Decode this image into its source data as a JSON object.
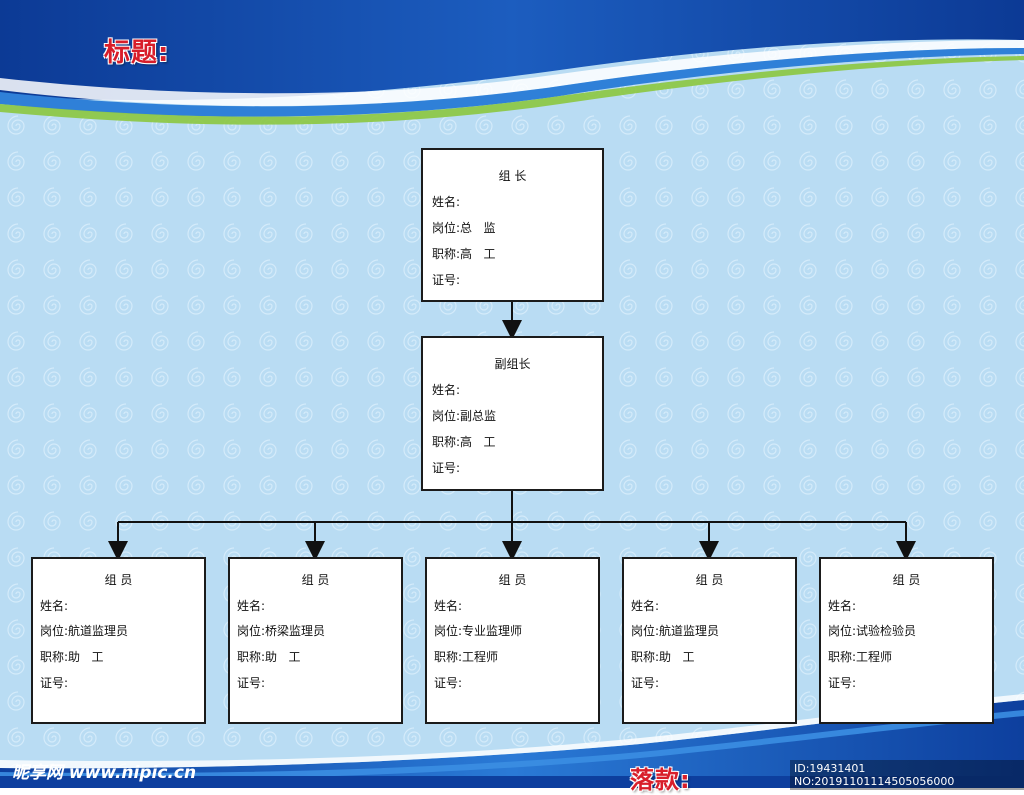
{
  "header": {
    "title": "标题:"
  },
  "footer": {
    "signature": "落款:"
  },
  "watermark": {
    "site": "昵享网 www.nipic.cn",
    "id": "ID:19431401 NO:20191101114505056000"
  },
  "colors": {
    "deep_blue": "#0f3e9c",
    "mid_blue": "#1f6fd0",
    "light_bg": "#b8dcf3",
    "title_red": "#d81e2a",
    "accent_green": "#8cc63f"
  },
  "org": {
    "leader": {
      "role": "组 长",
      "name": "姓名:",
      "post": "岗位:总   监",
      "rank": "职称:高   工",
      "cert": "证号:"
    },
    "deputy": {
      "role": "副组长",
      "name": "姓名:",
      "post": "岗位:副总监",
      "rank": "职称:高   工",
      "cert": "证号:"
    },
    "members": [
      {
        "role": "组 员",
        "name": "姓名:",
        "post": "岗位:航道监理员",
        "rank": "职称:助   工",
        "cert": "证号:"
      },
      {
        "role": "组 员",
        "name": "姓名:",
        "post": "岗位:桥梁监理员",
        "rank": "职称:助   工",
        "cert": "证号:"
      },
      {
        "role": "组 员",
        "name": "姓名:",
        "post": "岗位:专业监理师",
        "rank": "职称:工程师",
        "cert": "证号:"
      },
      {
        "role": "组 员",
        "name": "姓名:",
        "post": "岗位:航道监理员",
        "rank": "职称:助   工",
        "cert": "证号:"
      },
      {
        "role": "组 员",
        "name": "姓名:",
        "post": "岗位:试验检验员",
        "rank": "职称:工程师",
        "cert": "证号:"
      }
    ]
  }
}
